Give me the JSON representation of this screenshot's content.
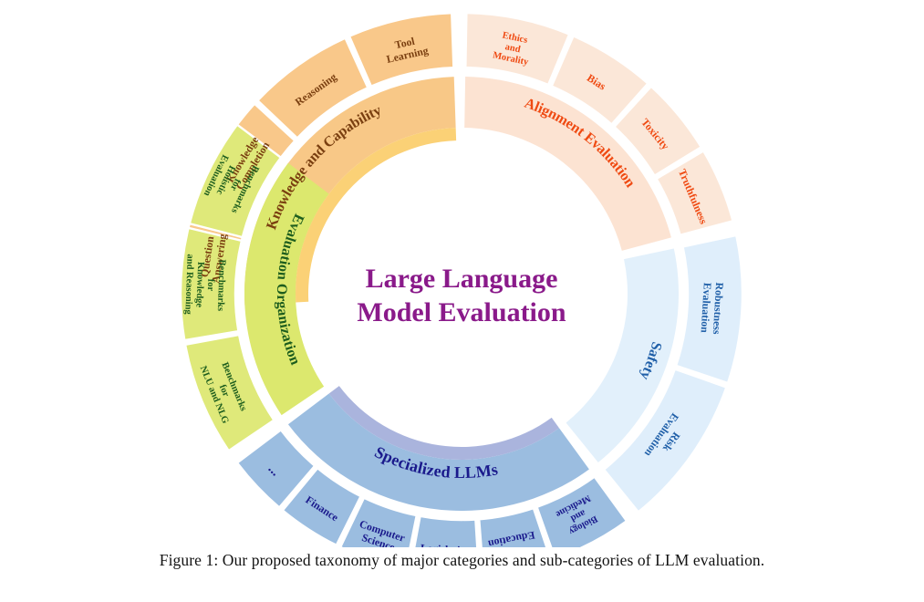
{
  "figure": {
    "caption": "Figure 1: Our proposed taxonomy of major categories and sub-categories of LLM evaluation.",
    "center_title_line1": "Large Language",
    "center_title_line2": "Model Evaluation",
    "center_title_color": "#8a1a8a",
    "background_color": "#ffffff"
  },
  "chart_data": {
    "type": "pie",
    "title": "Large Language Model Evaluation",
    "subtitle": "Our proposed taxonomy of major categories and sub-categories of LLM evaluation.",
    "layout": "two-level sunburst / donut, inner ring = major categories, outer ring = sub-categories",
    "legend": "none",
    "grid": false,
    "categories": [
      {
        "name": "Knowledge and Capability",
        "inner_color": "#f8c887",
        "inner_accent_color": "#fbd176",
        "outer_color": "#f9c88a",
        "text_color": "#7a3f10",
        "start_angle": -93,
        "end_angle": -2,
        "children": [
          {
            "label": "Question Answering",
            "lines": [
              "Question",
              "Answering"
            ],
            "span": 23
          },
          {
            "label": "Knowledge Completion",
            "lines": [
              "Knowledge",
              "Completion"
            ],
            "span": 23
          },
          {
            "label": "Reasoning",
            "lines": [
              "Reasoning"
            ],
            "span": 23
          },
          {
            "label": "Tool Learning",
            "lines": [
              "Tool",
              "Learning"
            ],
            "span": 22
          }
        ]
      },
      {
        "name": "Alignment Evaluation",
        "inner_color": "#fce3d2",
        "inner_accent_color": "#fce3d2",
        "outer_color": "#fbe7d8",
        "text_color": "#ef4a12",
        "start_angle": 1,
        "end_angle": 75,
        "children": [
          {
            "label": "Ethics and Morality",
            "lines": [
              "Ethics",
              "and",
              "Morality"
            ],
            "span": 22
          },
          {
            "label": "Bias",
            "lines": [
              "Bias"
            ],
            "span": 19
          },
          {
            "label": "Toxicity",
            "lines": [
              "Toxicity"
            ],
            "span": 17
          },
          {
            "label": "Truthfulness",
            "lines": [
              "Truthfulness"
            ],
            "span": 16
          }
        ]
      },
      {
        "name": "Safety",
        "inner_color": "#e2f0fb",
        "inner_accent_color": "#e2f0fb",
        "outer_color": "#dfeefb",
        "text_color": "#1f5fa8",
        "start_angle": 78,
        "end_angle": 141,
        "children": [
          {
            "label": "Robustness Evaluation",
            "lines": [
              "Robustness",
              "Evaluation"
            ],
            "span": 31
          },
          {
            "label": "Risk Evaluation",
            "lines": [
              "Risk",
              "Evaluation"
            ],
            "span": 32
          }
        ]
      },
      {
        "name": "Specialized LLMs",
        "inner_color": "#9bbde0",
        "inner_accent_color": "#aab4dd",
        "outer_color": "#9bbde0",
        "text_color": "#1a1a8c",
        "start_angle": 144,
        "end_angle": 233,
        "children": [
          {
            "label": "Biology and Medicine",
            "lines": [
              "Biology",
              "and",
              "Medicine"
            ],
            "span": 17
          },
          {
            "label": "Education",
            "lines": [
              "Education"
            ],
            "span": 15
          },
          {
            "label": "Legislation",
            "lines": [
              "Legislation"
            ],
            "span": 15
          },
          {
            "label": "Computer Science",
            "lines": [
              "Computer",
              "Science"
            ],
            "span": 15
          },
          {
            "label": "Finance",
            "lines": [
              "Finance"
            ],
            "span": 14
          },
          {
            "label": "...",
            "lines": [
              "..."
            ],
            "span": 13
          }
        ]
      },
      {
        "name": "Evaluation Organization",
        "inner_color": "#dce86e",
        "inner_accent_color": "#dce86e",
        "outer_color": "#dfe97a",
        "text_color": "#1d5d1d",
        "start_angle": 236,
        "end_angle": 307,
        "children": [
          {
            "label": "Benchmarks for NLU and NLG",
            "lines": [
              "Benchmarks",
              "for",
              "NLU and NLG"
            ],
            "span": 24
          },
          {
            "label": "Benchmarks for Knowledge and Reasoning",
            "lines": [
              "Benchmarks",
              "for",
              "Knowledge",
              "and Reasoning"
            ],
            "span": 24
          },
          {
            "label": "Benchmarks for Holistic Evaluation",
            "lines": [
              "Benchmarks",
              "for",
              "Holistic",
              "Evaluation"
            ],
            "span": 23
          }
        ]
      }
    ]
  }
}
